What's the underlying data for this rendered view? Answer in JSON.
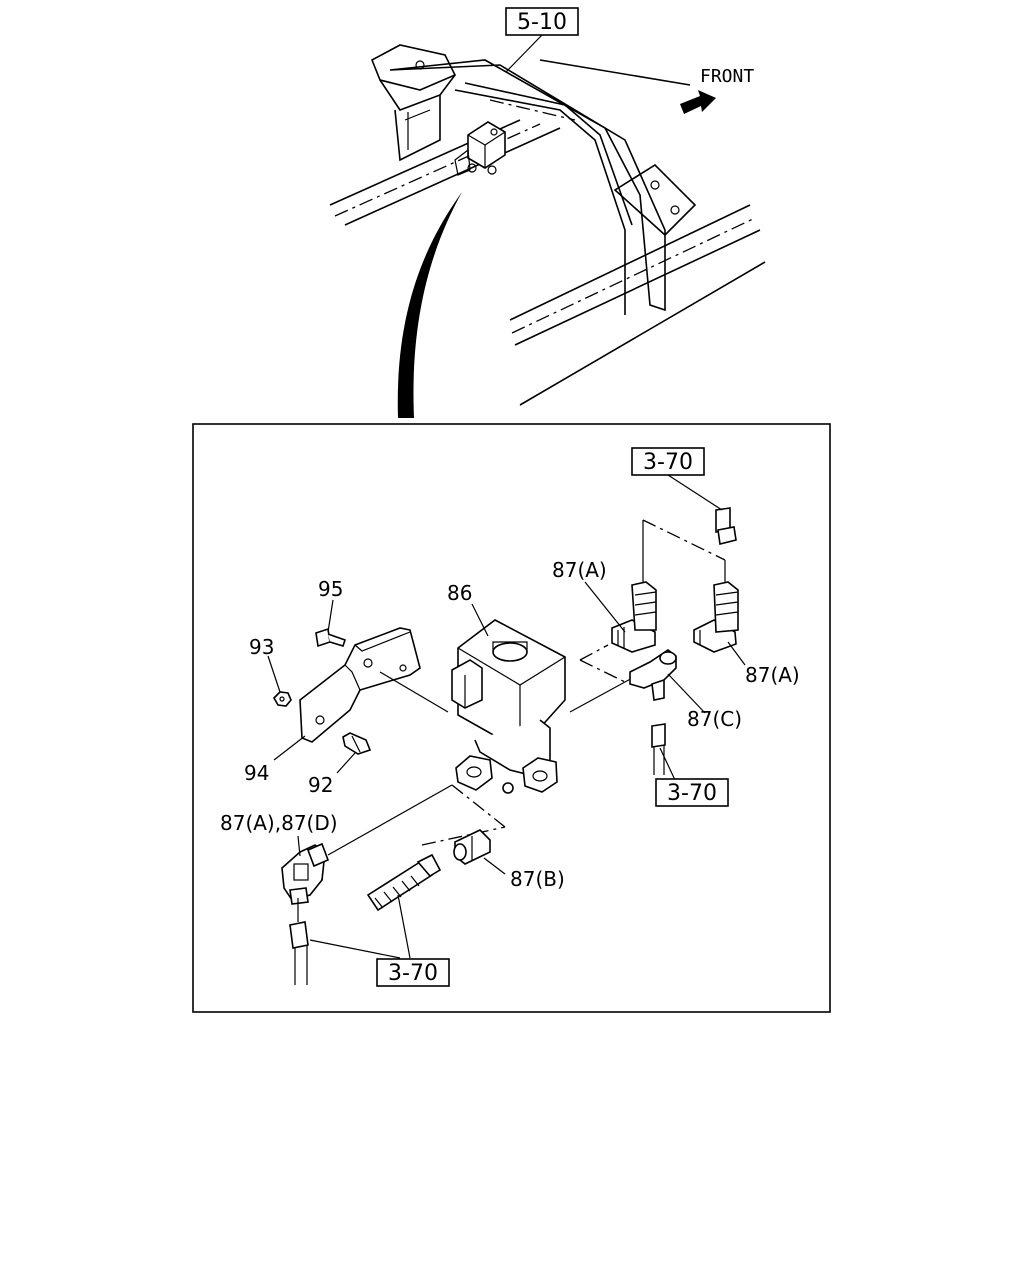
{
  "overview": {
    "ref_box": "5-10",
    "direction_label": "FRONT",
    "direction_icon": "arrow-front-icon"
  },
  "detail": {
    "ref_boxes": [
      "3-70",
      "3-70",
      "3-70"
    ],
    "callouts": {
      "p86": "86",
      "p95": "95",
      "p93": "93",
      "p94": "94",
      "p92": "92",
      "p87a_top": "87(A)",
      "p87a_right": "87(A)",
      "p87c": "87(C)",
      "p87ad": "87(A),87(D)",
      "p87b": "87(B)"
    }
  }
}
